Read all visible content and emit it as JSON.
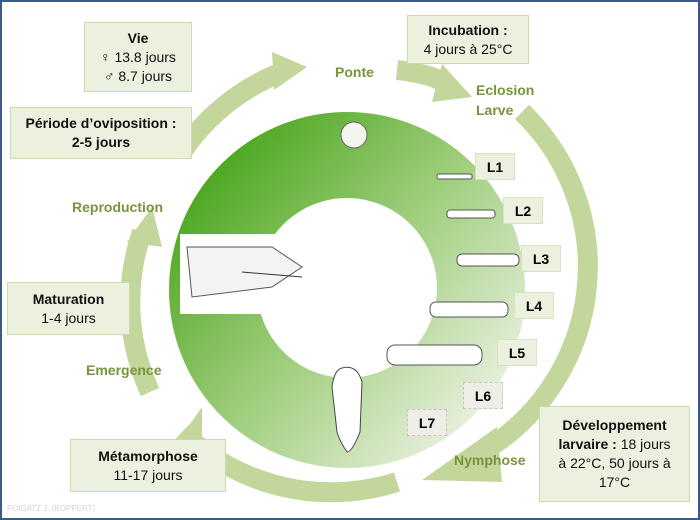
{
  "colors": {
    "ring_dark": "#5cae2e",
    "ring_light": "#e4eed8",
    "arrow": "#c3d69b",
    "label": "#77933c",
    "box": "#ebf1de"
  },
  "boxes": {
    "vie": {
      "title": "Vie",
      "female": "♀ 13.8 jours",
      "male": "♂ 8.7 jours"
    },
    "oviposition": {
      "title": "Période d’oviposition :",
      "value": "2-5 jours"
    },
    "incubation": {
      "title": "Incubation :",
      "value": "4 jours à 25°C"
    },
    "maturation": {
      "title": "Maturation",
      "value": "1-4 jours"
    },
    "metamorphose": {
      "title": "Métamorphose",
      "value": "11-17 jours"
    },
    "developpement": {
      "title": "Développement",
      "line2_bold": "larvaire :",
      "line2_rest": " 18 jours",
      "line3": "à 22°C, 50 jours à",
      "line4": "17°C"
    }
  },
  "stages": {
    "ponte": "Ponte",
    "eclosion": "Eclosion",
    "larve": "Larve",
    "reproduction": "Reproduction",
    "emergence": "Emergence",
    "nymphose": "Nymphose"
  },
  "instars": [
    "L1",
    "L2",
    "L3",
    "L4",
    "L5",
    "L6",
    "L7"
  ],
  "watermark": "POIDATZ J. (KOPPERT)"
}
